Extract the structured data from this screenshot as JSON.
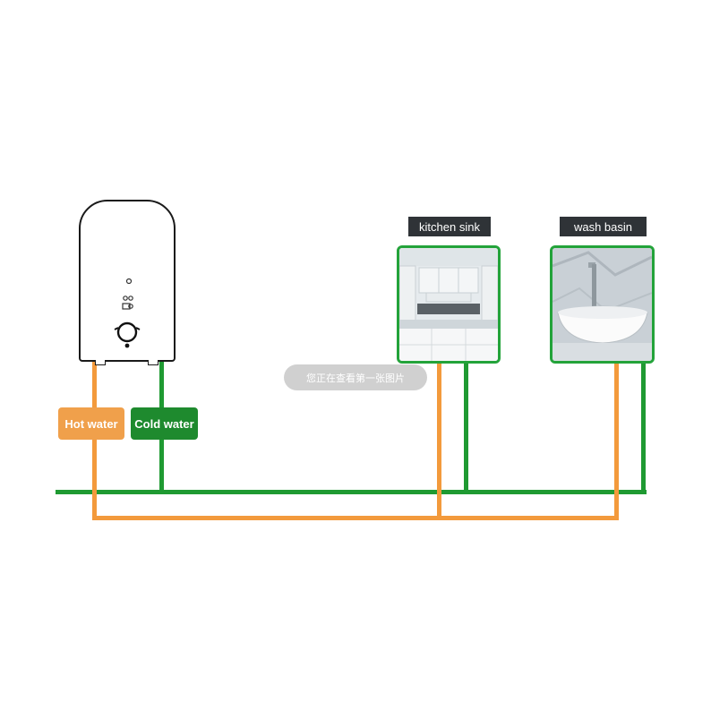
{
  "labels": {
    "hot_water": "Hot water",
    "cold_water": "Cold water",
    "kitchen_sink": "kitchen sink",
    "wash_basin": "wash basin"
  },
  "overlay": {
    "watermark_text": "您正在查看第一张图片"
  },
  "colors": {
    "hot_pipe": "#f39a3c",
    "cold_pipe": "#1f9a32",
    "hot_tag": "#f0a04b",
    "cold_tag": "#1e8a2e",
    "label_bg": "#2f3337",
    "photo_border": "#23a33a"
  },
  "icons": {
    "heater": "water-heater-icon",
    "kitchen": "kitchen-photo",
    "basin": "wash-basin-photo"
  }
}
